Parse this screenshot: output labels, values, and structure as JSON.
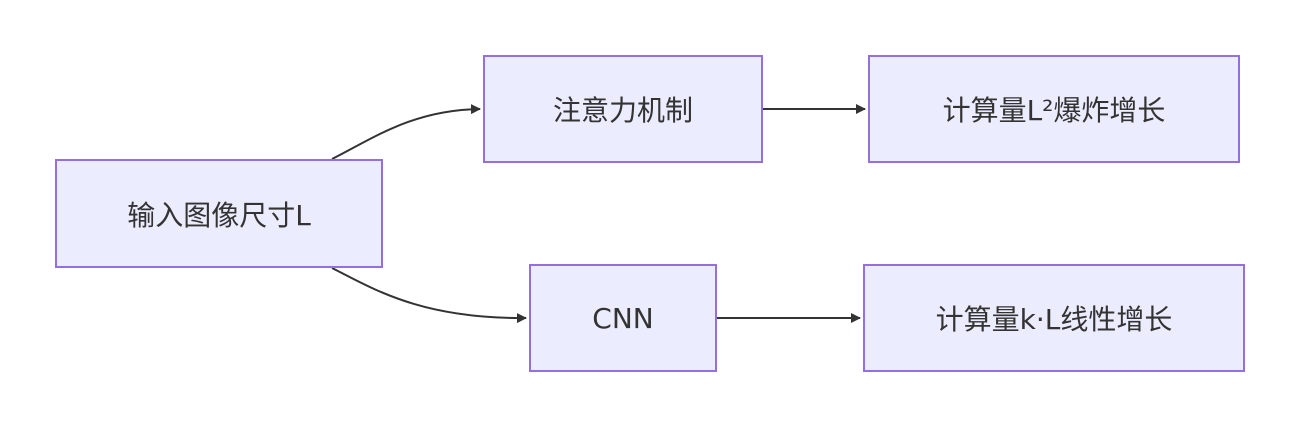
{
  "diagram": {
    "type": "flowchart",
    "direction": "left-to-right",
    "colors": {
      "node_fill": "#ECECFF",
      "node_border": "#9370DB",
      "text": "#333333",
      "edge": "#333333",
      "background": "#FFFFFF"
    },
    "nodes": {
      "input": {
        "label": "输入图像尺寸L"
      },
      "attention": {
        "label": "注意力机制"
      },
      "l2_growth": {
        "label": "计算量L²爆炸增长"
      },
      "cnn": {
        "label": "CNN"
      },
      "kl_growth": {
        "label": "计算量k·L线性增长"
      }
    },
    "edges": [
      {
        "from": "input",
        "to": "attention"
      },
      {
        "from": "attention",
        "to": "l2_growth"
      },
      {
        "from": "input",
        "to": "cnn"
      },
      {
        "from": "cnn",
        "to": "kl_growth"
      }
    ]
  }
}
